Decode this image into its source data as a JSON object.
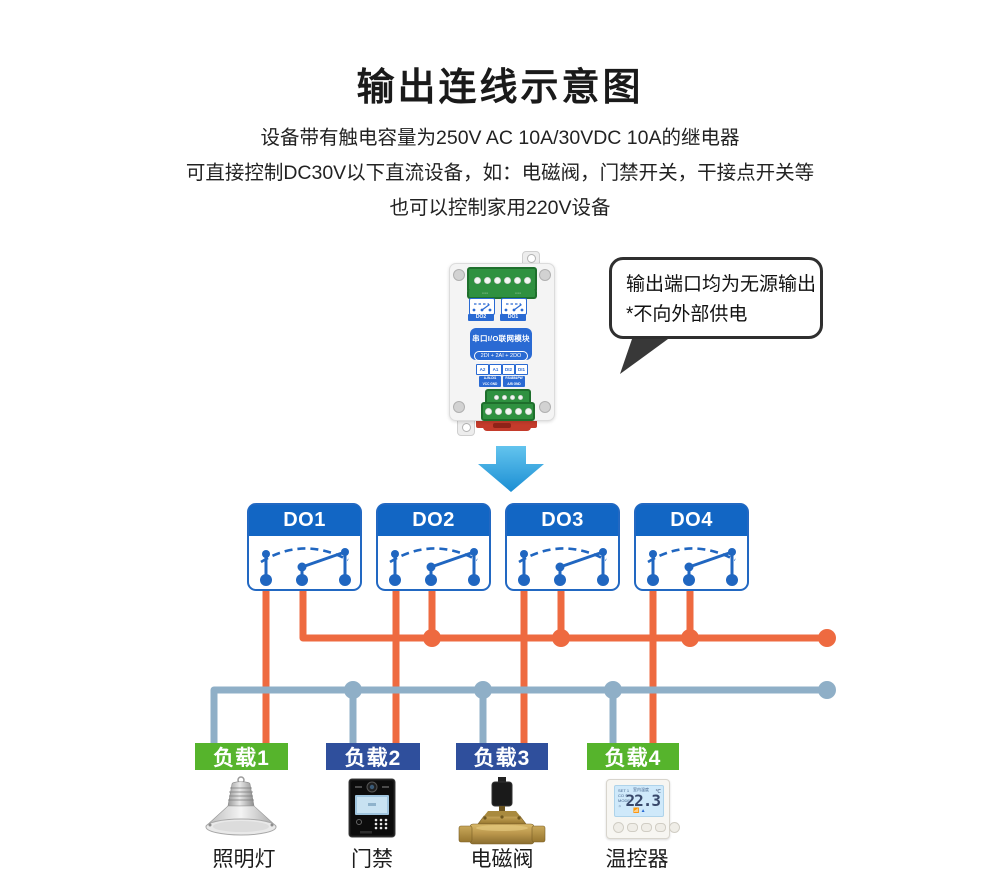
{
  "header": {
    "title": "输出连线示意图",
    "lines": [
      "设备带有触电容量为250V AC 10A/30VDC 10A的继电器",
      "可直接控制DC30V以下直流设备，如：电磁阀，门禁开关，干接点开关等",
      "也可以控制家用220V设备"
    ]
  },
  "callout": {
    "line1": "输出端口均为无源输出",
    "line2": "*不向外部供电"
  },
  "module": {
    "panel_title": "串口I/O联网模块",
    "panel_subtitle": "2DI + 2AI + 2DO",
    "relay_labels": [
      "DO2",
      "DO1"
    ],
    "io_labels": [
      "A2",
      "A1",
      "DI2",
      "DI1"
    ],
    "strips": [
      {
        "l1": "A-IN-DI1",
        "l2": "VCC GND"
      },
      {
        "l1": "RS485&PW",
        "l2": "A/B GND"
      }
    ]
  },
  "diagram": {
    "do_boxes": [
      {
        "label": "DO1"
      },
      {
        "label": "DO2"
      },
      {
        "label": "DO3"
      },
      {
        "label": "DO4"
      }
    ],
    "loads": [
      {
        "label": "负载1",
        "color": "#56b42c"
      },
      {
        "label": "负载2",
        "color": "#2f4f9c"
      },
      {
        "label": "负载3",
        "color": "#2f4f9c"
      },
      {
        "label": "负载4",
        "color": "#56b42c"
      }
    ]
  },
  "devices": [
    {
      "caption": "照明灯"
    },
    {
      "caption": "门禁"
    },
    {
      "caption": "电磁阀"
    },
    {
      "caption": "温控器",
      "display": "22.3",
      "unit": "℃"
    }
  ],
  "colors": {
    "title_text": "#1a1a1a",
    "body_text": "#222222",
    "do_header": "#1266c4",
    "do_border": "#2268c2",
    "relay_blue": "#2066c0",
    "orange": "#ee6a40",
    "gray": "#8fafc7",
    "load_green": "#56b42c",
    "load_blue": "#2f4f9c",
    "module_panel": "#2a6ad3",
    "terminal_green": "#2f9140",
    "clip_red": "#c43b2b",
    "callout_border": "#2f2f2f",
    "arrow_blue": "#2f9fdd"
  }
}
